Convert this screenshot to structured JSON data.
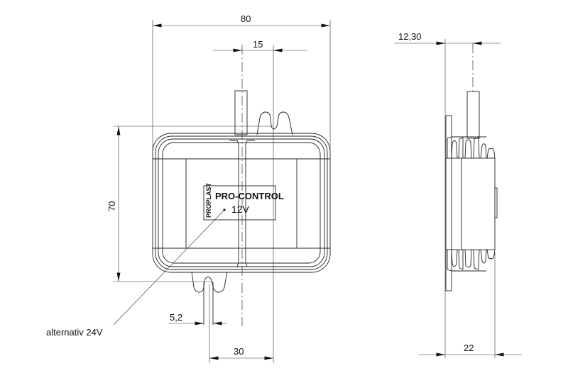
{
  "dimensions": {
    "width_total": "80",
    "center_offset": "15",
    "height_total": "70",
    "cable_diameter": "5,2",
    "cable_offset": "30",
    "side_offset": "12,30",
    "depth": "22"
  },
  "callout": "alternativ 24V",
  "label": {
    "brand": "PROPLAST",
    "product": "PRO-CONTROL",
    "voltage": "12V"
  }
}
